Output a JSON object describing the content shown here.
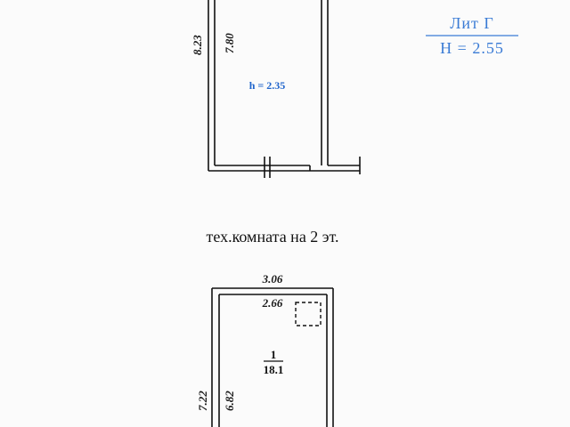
{
  "header": {
    "lit_label": "Лит Г",
    "height_label": "Н = 2.55"
  },
  "upper_plan": {
    "outer_dim": "8.23",
    "inner_dim": "7.80",
    "ceiling_height": "h = 2.35"
  },
  "caption": "тех.комната на 2 эт.",
  "lower_plan": {
    "outer_width": "3.06",
    "inner_width": "2.66",
    "room_number": "1",
    "room_area": "18.1",
    "outer_length": "7.22",
    "inner_length": "6.82"
  },
  "colors": {
    "lit_blue": "#3a7bd5",
    "height_blue": "#2266cc",
    "line": "#111111"
  }
}
